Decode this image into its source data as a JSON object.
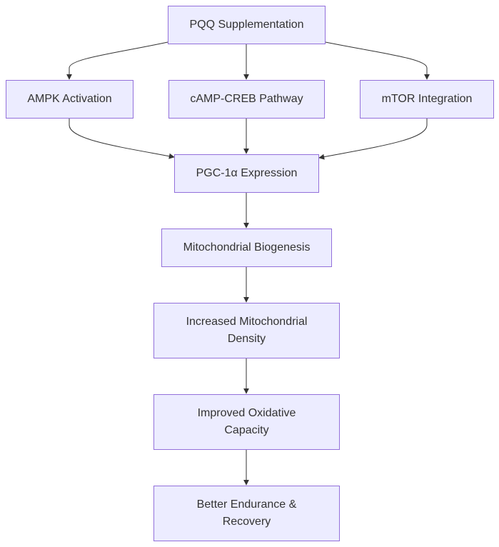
{
  "diagram": {
    "type": "flowchart",
    "colors": {
      "node_fill": "#ececff",
      "node_border": "#9370db",
      "text": "#333333",
      "edge": "#333333"
    },
    "nodes": {
      "pqq": "PQQ Supplementation",
      "ampk": "AMPK Activation",
      "camp": "cAMP-CREB Pathway",
      "mtor": "mTOR Integration",
      "pgc": "PGC-1α Expression",
      "mito": "Mitochondrial Biogenesis",
      "density": "Increased Mitochondrial Density",
      "oxid": "Improved Oxidative Capacity",
      "endure": "Better Endurance & Recovery"
    },
    "edges": [
      [
        "pqq",
        "ampk"
      ],
      [
        "pqq",
        "camp"
      ],
      [
        "pqq",
        "mtor"
      ],
      [
        "ampk",
        "pgc"
      ],
      [
        "camp",
        "pgc"
      ],
      [
        "mtor",
        "pgc"
      ],
      [
        "pgc",
        "mito"
      ],
      [
        "mito",
        "density"
      ],
      [
        "density",
        "oxid"
      ],
      [
        "oxid",
        "endure"
      ]
    ]
  }
}
